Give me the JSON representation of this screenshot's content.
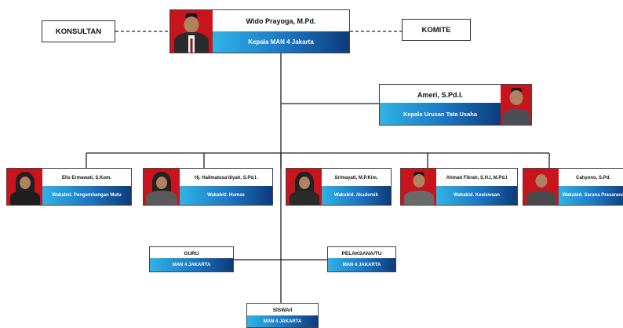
{
  "top": {
    "name": "Wido Prayoga, M.Pd.",
    "role": "Kepala MAN 4 Jakarta"
  },
  "konsultan": "KONSULTAN",
  "komite": "KOMITE",
  "tu": {
    "name": "Ameri, S.Pd.I.",
    "role": "Kepala Urusan Tata Usaha"
  },
  "wakakabs": [
    {
      "name": "Elis Ermawati, S.Kom.",
      "role": "Wakabid. Pengembangan Mutu"
    },
    {
      "name": "Hj. Halimatusa'diyah, S.Pd.I.",
      "role": "Wakabid. Humas"
    },
    {
      "name": "Srimayati, M.P.Kim.",
      "role": "Wakabid. Akademik"
    },
    {
      "name": "Ahmad Fikrah, S.H.I, M.Pd.I",
      "role": "Wakabid. Kesiswaan"
    },
    {
      "name": "Cahyono, S.Pd.",
      "role": "Wakabid. Sarana Prasarana"
    }
  ],
  "guru": {
    "title": "GURU",
    "sub": "MAN 4 JAKARTA"
  },
  "pelaksana": {
    "title": "PELAKSANA/TU",
    "sub": "MAN 4 JAKARTA"
  },
  "siswa": {
    "title": "SISWA/I",
    "sub": "MAN 4 JAKARTA"
  }
}
